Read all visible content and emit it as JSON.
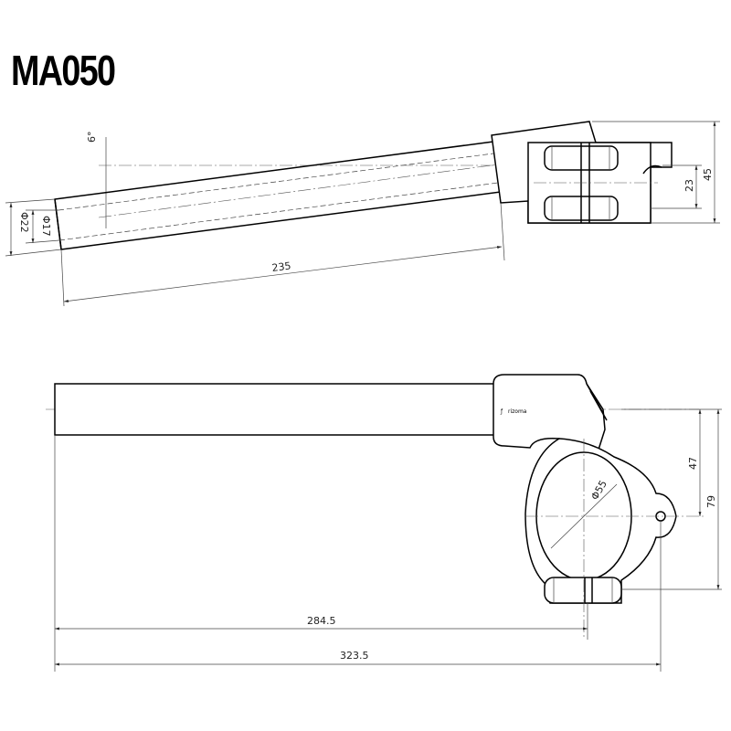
{
  "title": "MA050",
  "logo_text": "rizoma",
  "dimensions": {
    "angle": "6°",
    "outer_diameter": "Φ22",
    "inner_diameter": "Φ17",
    "tube_length": "235",
    "clamp_height": "45",
    "clamp_offset": "23",
    "clamp_diameter": "Φ55",
    "axis_to_center": "47",
    "total_height": "79",
    "reach": "284.5",
    "total_length": "323.5"
  }
}
